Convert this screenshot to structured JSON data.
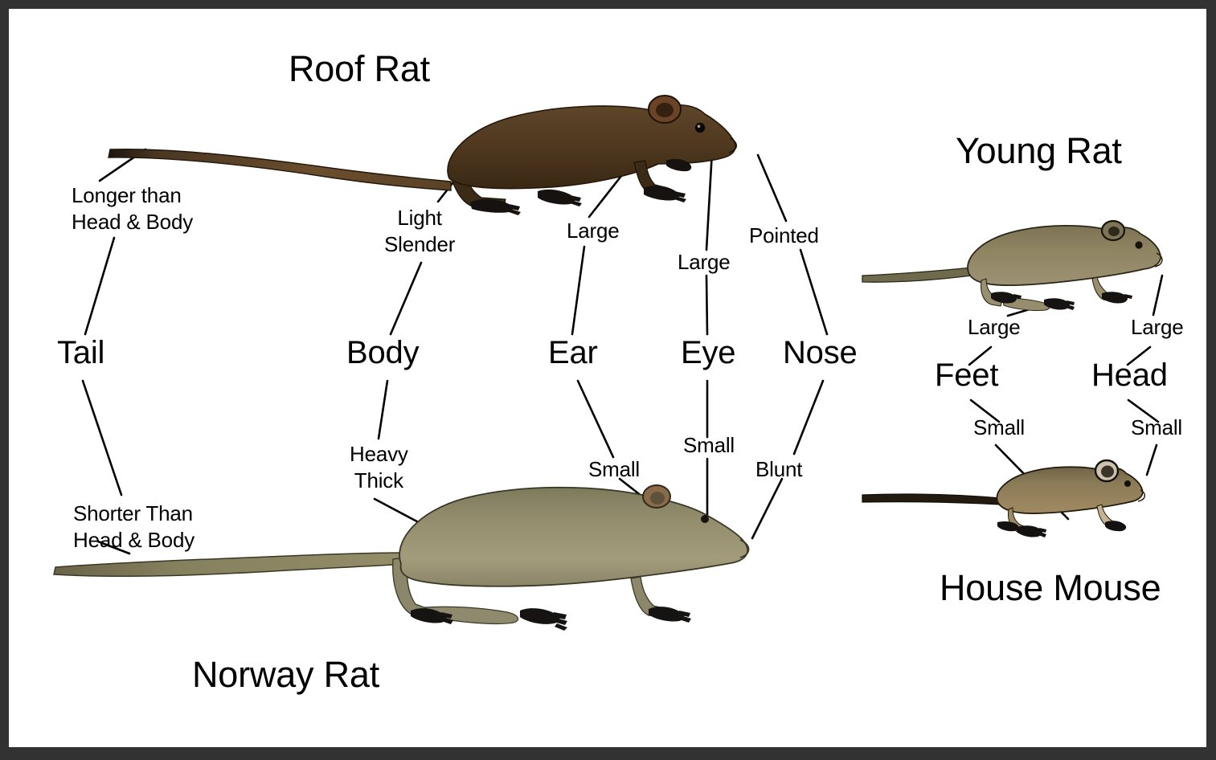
{
  "poster": {
    "frame_color": "#323232",
    "background_color": "#ffffff",
    "text_color": "#000000"
  },
  "titles": {
    "roof_rat": "Roof Rat",
    "norway_rat": "Norway Rat",
    "young_rat": "Young Rat",
    "house_mouse": "House Mouse"
  },
  "features": {
    "tail": "Tail",
    "body": "Body",
    "ear": "Ear",
    "eye": "Eye",
    "nose": "Nose",
    "feet": "Feet",
    "head": "Head"
  },
  "roof_rat_notes": {
    "tail": "Longer than\nHead & Body",
    "body": "Light\nSlender",
    "ear": "Large",
    "eye": "Large",
    "nose": "Pointed"
  },
  "norway_rat_notes": {
    "tail": "Shorter Than\nHead & Body",
    "body": "Heavy\nThick",
    "ear": "Small",
    "eye": "Small",
    "nose": "Blunt"
  },
  "young_rat_notes": {
    "feet": "Large",
    "head": "Large"
  },
  "house_mouse_notes": {
    "feet": "Small",
    "head": "Small"
  },
  "colors": {
    "roof_rat_body": "#4b3721",
    "roof_rat_body_light": "#5f4829",
    "roof_rat_outline": "#231508",
    "norway_rat_body": "#8c8768",
    "norway_rat_body_light": "#a09a79",
    "norway_rat_outline": "#3c3a28",
    "young_rat_body": "#8c8363",
    "young_rat_outline": "#2e2a1c",
    "house_mouse_body": "#8a7450",
    "house_mouse_outline": "#241c10",
    "foot_dark": "#141414"
  }
}
